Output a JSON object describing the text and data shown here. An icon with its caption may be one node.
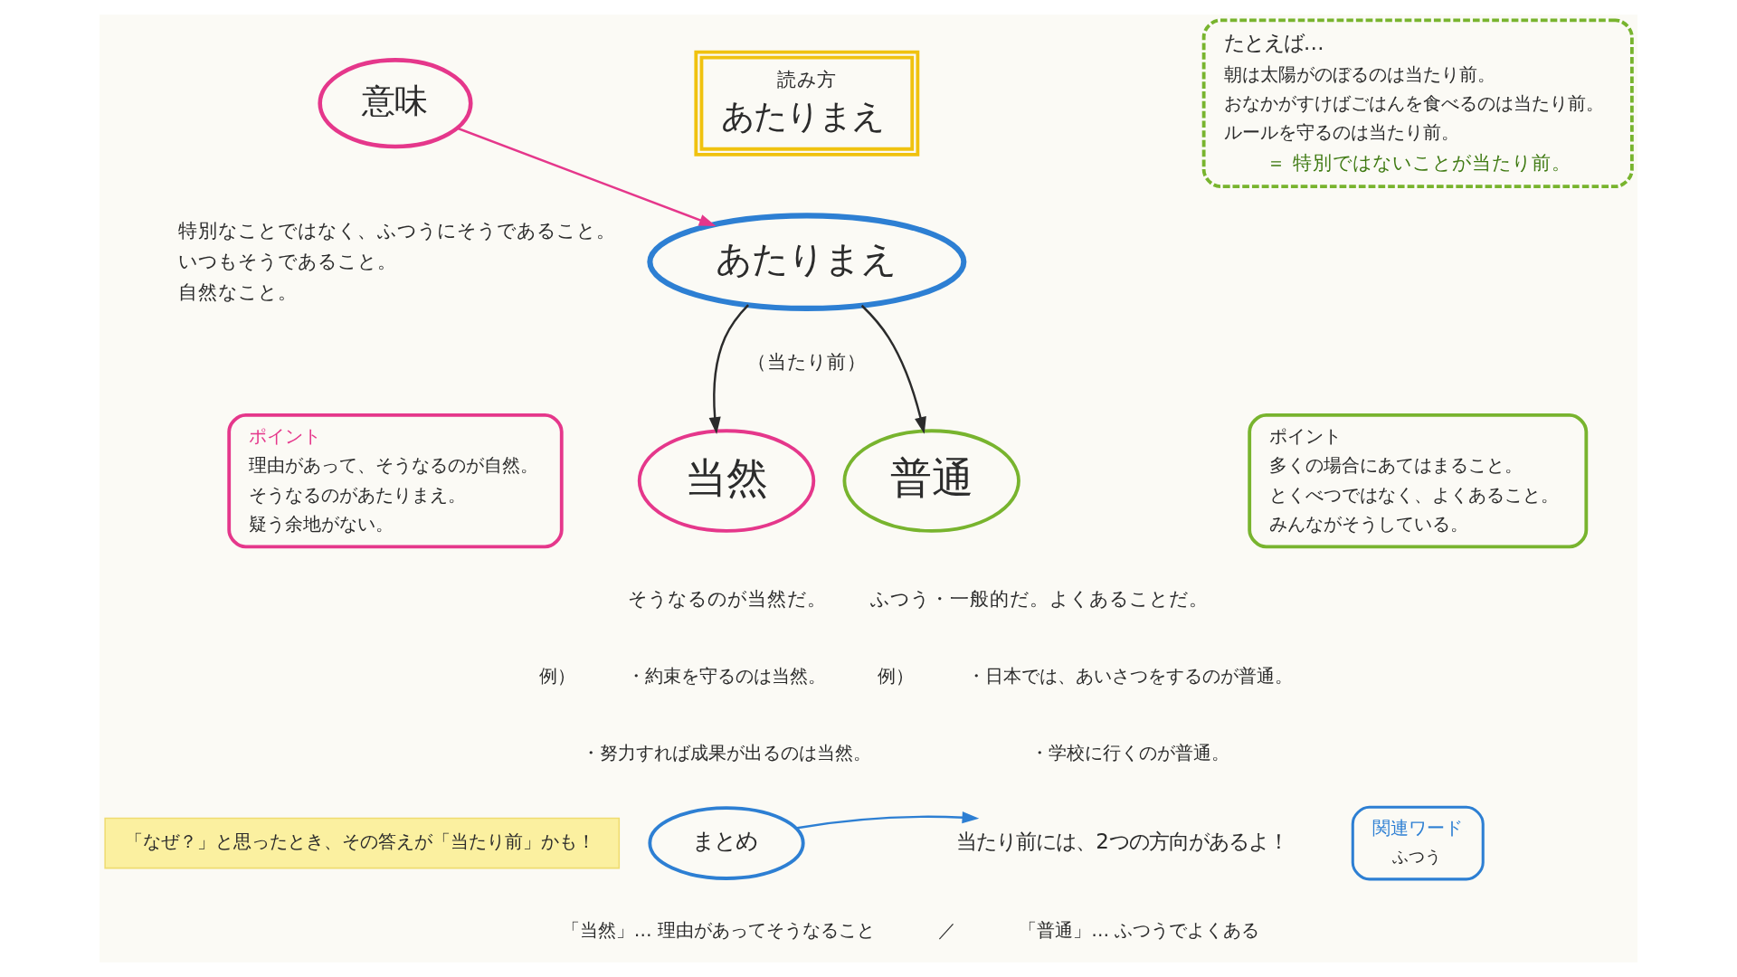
{
  "diagram": {
    "nodes": [
      {
        "text": [
          "意味"
        ],
        "beside": [
          "特別なことではなく、ふつうにそうであること。",
          "いつもそうであること。",
          "自然なこと。"
        ]
      },
      {
        "text": [
          "読み方",
          "あたりまえ"
        ]
      },
      {
        "text": [
          "たとえば…",
          "朝は太陽がのぼるのは当たり前。",
          "おなかがすけばごはんを食べるのは当たり前。",
          "ルールを守るのは当たり前。",
          "＝ 特別ではないことが当たり前。"
        ]
      },
      {
        "text": [
          "あたりまえ"
        ],
        "beside": [
          "（当たり前）"
        ]
      },
      {
        "text": [
          "ポイント",
          "理由があって、そうなるのが自然。",
          "そうなるのがあたりまえ。",
          "疑う余地がない。"
        ]
      },
      {
        "text": [
          "当然"
        ],
        "beside": [
          "そうなるのが当然だ。"
        ]
      },
      {
        "text": [
          "普通"
        ],
        "beside": [
          "ふつう・一般的だ。よくあることだ。"
        ]
      },
      {
        "text": [
          "ポイント",
          "多くの場合にあてはまること。",
          "とくべつではなく、よくあること。",
          "みんながそうしている。"
        ]
      },
      {
        "text": [
          "「なぜ？」と思ったとき、その答えが「当たり前」かも！"
        ]
      },
      {
        "text": [
          "まとめ"
        ]
      },
      {
        "text": [
          "当たり前には、2つの方向があるよ！"
        ]
      },
      {
        "text": [
          "関連ワード",
          "ふつう"
        ]
      }
    ],
    "edges": [
      {
        "from": 0,
        "to": 3,
        "arrow": "to",
        "color": "#e5378b"
      },
      {
        "from": 3,
        "to": 5,
        "arrow": "to"
      },
      {
        "from": 3,
        "to": 6,
        "arrow": "to"
      },
      {
        "from": 9,
        "to": 10,
        "arrow": "to",
        "color": "#2d7fd3"
      }
    ],
    "labels": [
      "例）",
      "・約束を守るのは当然。",
      "・努力すれば成果が出るのは当然。",
      "例）",
      "・日本では、あいさつをするのが普通。",
      "・学校に行くのが普通。",
      "「当然」… 理由があってそうなること",
      "／",
      "「普通」… ふつうでよくある"
    ]
  }
}
